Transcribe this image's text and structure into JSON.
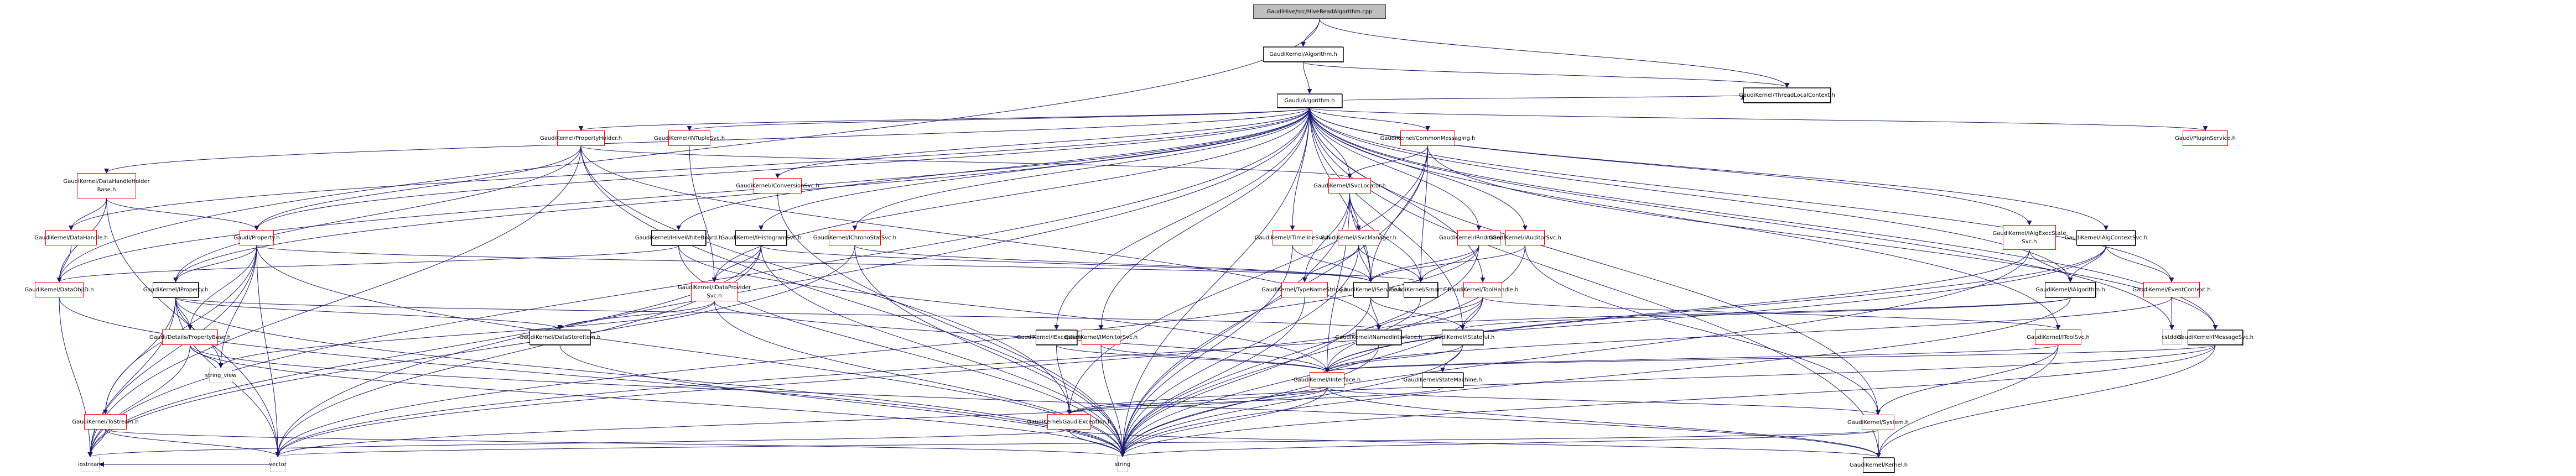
{
  "title": "GaudiHive/src/HiveReadAlgorithm.cpp include dependency graph",
  "colors": {
    "edge": "#191970",
    "root_fill": "#bfbfbf",
    "undocumented_border": "#ff0000",
    "documented_border": "#000000",
    "system_border": "#bfbfbf"
  },
  "nodes": [
    {
      "id": "root",
      "label": "GaudiHive/src/HiveReadAlgorithm.cpp",
      "kind": "root"
    },
    {
      "id": "algorithm_h",
      "label": "GaudiKernel/Algorithm.h",
      "kind": "normal"
    },
    {
      "id": "gaudi_algorithm_h",
      "label": "Gaudi/Algorithm.h",
      "kind": "normal"
    },
    {
      "id": "threadlocalcontext_h",
      "label": "GaudiKernel/ThreadLocalContext.h",
      "kind": "normal"
    },
    {
      "id": "propertyholder_h",
      "label": "GaudiKernel/PropertyHolder.h",
      "kind": "red"
    },
    {
      "id": "intuplesvc_h",
      "label": "GaudiKernel/INTupleSvc.h",
      "kind": "red"
    },
    {
      "id": "commonmessaging_h",
      "label": "GaudiKernel/CommonMessaging.h",
      "kind": "red"
    },
    {
      "id": "pluginservice_h",
      "label": "Gaudi/PluginService.h",
      "kind": "red"
    },
    {
      "id": "datahandleholderbase_h",
      "label": "GaudiKernel/DataHandleHolder\nBase.h",
      "kind": "red"
    },
    {
      "id": "iconversionsvc_h",
      "label": "GaudiKernel/IConversionSvc.h",
      "kind": "red"
    },
    {
      "id": "isvclocator_h",
      "label": "GaudiKernel/ISvcLocator.h",
      "kind": "red"
    },
    {
      "id": "datahandle_h",
      "label": "GaudiKernel/DataHandle.h",
      "kind": "red"
    },
    {
      "id": "property_h",
      "label": "Gaudi/Property.h",
      "kind": "red"
    },
    {
      "id": "ihivewhiteboard_h",
      "label": "GaudiKernel/IHiveWhiteBoard.h",
      "kind": "normal"
    },
    {
      "id": "ihistogramsvc_h",
      "label": "GaudiKernel/IHistogramSvc.h",
      "kind": "normal"
    },
    {
      "id": "ichronostatsvc_h",
      "label": "GaudiKernel/IChronoStatSvc.h",
      "kind": "red"
    },
    {
      "id": "itimelinesvc_h",
      "label": "GaudiKernel/ITimelineSvc.h",
      "kind": "red"
    },
    {
      "id": "isvcmanager_h",
      "label": "GaudiKernel/ISvcManager.h",
      "kind": "red"
    },
    {
      "id": "irndmgensvc_h",
      "label": "GaudiKernel/IRndmGenSvc.h",
      "kind": "red"
    },
    {
      "id": "iauditorsvc_h",
      "label": "GaudiKernel/IAuditorSvc.h",
      "kind": "red"
    },
    {
      "id": "ialgexecstatesvc_h",
      "label": "GaudiKernel/IAlgExecState\nSvc.h",
      "kind": "red"
    },
    {
      "id": "ialgcontextsvc_h",
      "label": "GaudiKernel/IAlgContextSvc.h",
      "kind": "normal"
    },
    {
      "id": "dataobjid_h",
      "label": "GaudiKernel/DataObjID.h",
      "kind": "red"
    },
    {
      "id": "iproperty_h",
      "label": "GaudiKernel/IProperty.h",
      "kind": "normal"
    },
    {
      "id": "idataprovidersvc_h",
      "label": "GaudiKernel/IDataProvider\nSvc.h",
      "kind": "red"
    },
    {
      "id": "typenamestring_h",
      "label": "GaudiKernel/TypeNameString.h",
      "kind": "red"
    },
    {
      "id": "iservice_h",
      "label": "GaudiKernel/IService.h",
      "kind": "normal"
    },
    {
      "id": "smartif_h",
      "label": "GaudiKernel/SmartIF.h",
      "kind": "normal"
    },
    {
      "id": "toolhandle_h",
      "label": "GaudiKernel/ToolHandle.h",
      "kind": "red"
    },
    {
      "id": "ialgorithm_h",
      "label": "GaudiKernel/IAlgorithm.h",
      "kind": "normal"
    },
    {
      "id": "eventcontext_h",
      "label": "GaudiKernel/EventContext.h",
      "kind": "red"
    },
    {
      "id": "propertybase_h",
      "label": "Gaudi/Details/PropertyBase.h",
      "kind": "red"
    },
    {
      "id": "datastoreitem_h",
      "label": "GaudiKernel/DataStoreItem.h",
      "kind": "normal"
    },
    {
      "id": "iexceptionsvc_h",
      "label": "GaudiKernel/IExceptionSvc.h",
      "kind": "normal"
    },
    {
      "id": "imonitorsvc_h",
      "label": "GaudiKernel/IMonitorSvc.h",
      "kind": "red"
    },
    {
      "id": "inamedinterface_h",
      "label": "GaudiKernel/INamedInterface.h",
      "kind": "normal"
    },
    {
      "id": "istateful_h",
      "label": "GaudiKernel/IStateful.h",
      "kind": "normal"
    },
    {
      "id": "itoolsvc_h",
      "label": "GaudiKernel/IToolSvc.h",
      "kind": "red"
    },
    {
      "id": "cstddef",
      "label": "cstddef",
      "kind": "sys"
    },
    {
      "id": "imessagesvc_h",
      "label": "GaudiKernel/IMessageSvc.h",
      "kind": "normal"
    },
    {
      "id": "string_view",
      "label": "string_view",
      "kind": "sys"
    },
    {
      "id": "iinterface_h",
      "label": "GaudiKernel/IInterface.h",
      "kind": "red"
    },
    {
      "id": "statemachine_h",
      "label": "GaudiKernel/StateMachine.h",
      "kind": "normal"
    },
    {
      "id": "tostream_h",
      "label": "GaudiKernel/ToStream.h",
      "kind": "red"
    },
    {
      "id": "gaudiexception_h",
      "label": "GaudiKernel/GaudiException.h",
      "kind": "red"
    },
    {
      "id": "system_h",
      "label": "GaudiKernel/System.h",
      "kind": "red"
    },
    {
      "id": "iostream",
      "label": "iostream",
      "kind": "sys"
    },
    {
      "id": "vector",
      "label": "vector",
      "kind": "sys"
    },
    {
      "id": "string",
      "label": "string",
      "kind": "sys"
    },
    {
      "id": "kernel_h",
      "label": "GaudiKernel/Kernel.h",
      "kind": "normal"
    }
  ],
  "edges": [
    [
      "root",
      "algorithm_h"
    ],
    [
      "root",
      "threadlocalcontext_h"
    ],
    [
      "root",
      "dataobjid_h"
    ],
    [
      "algorithm_h",
      "gaudi_algorithm_h"
    ],
    [
      "algorithm_h",
      "threadlocalcontext_h"
    ],
    [
      "gaudi_algorithm_h",
      "threadlocalcontext_h"
    ],
    [
      "gaudi_algorithm_h",
      "propertyholder_h"
    ],
    [
      "gaudi_algorithm_h",
      "intuplesvc_h"
    ],
    [
      "gaudi_algorithm_h",
      "commonmessaging_h"
    ],
    [
      "gaudi_algorithm_h",
      "pluginservice_h"
    ],
    [
      "gaudi_algorithm_h",
      "datahandleholderbase_h"
    ],
    [
      "gaudi_algorithm_h",
      "iconversionsvc_h"
    ],
    [
      "gaudi_algorithm_h",
      "isvclocator_h"
    ],
    [
      "gaudi_algorithm_h",
      "datahandle_h"
    ],
    [
      "gaudi_algorithm_h",
      "property_h"
    ],
    [
      "gaudi_algorithm_h",
      "ihivewhiteboard_h"
    ],
    [
      "gaudi_algorithm_h",
      "ihistogramsvc_h"
    ],
    [
      "gaudi_algorithm_h",
      "ichronostatsvc_h"
    ],
    [
      "gaudi_algorithm_h",
      "itimelinesvc_h"
    ],
    [
      "gaudi_algorithm_h",
      "irndmgensvc_h"
    ],
    [
      "gaudi_algorithm_h",
      "iauditorsvc_h"
    ],
    [
      "gaudi_algorithm_h",
      "ialgexecstatesvc_h"
    ],
    [
      "gaudi_algorithm_h",
      "ialgcontextsvc_h"
    ],
    [
      "gaudi_algorithm_h",
      "dataobjid_h"
    ],
    [
      "gaudi_algorithm_h",
      "iproperty_h"
    ],
    [
      "gaudi_algorithm_h",
      "idataprovidersvc_h"
    ],
    [
      "gaudi_algorithm_h",
      "iservice_h"
    ],
    [
      "gaudi_algorithm_h",
      "toolhandle_h"
    ],
    [
      "gaudi_algorithm_h",
      "ialgorithm_h"
    ],
    [
      "gaudi_algorithm_h",
      "eventcontext_h"
    ],
    [
      "gaudi_algorithm_h",
      "iexceptionsvc_h"
    ],
    [
      "gaudi_algorithm_h",
      "imonitorsvc_h"
    ],
    [
      "gaudi_algorithm_h",
      "istateful_h"
    ],
    [
      "gaudi_algorithm_h",
      "itoolsvc_h"
    ],
    [
      "gaudi_algorithm_h",
      "imessagesvc_h"
    ],
    [
      "gaudi_algorithm_h",
      "system_h"
    ],
    [
      "gaudi_algorithm_h",
      "string"
    ],
    [
      "gaudi_algorithm_h",
      "vector"
    ],
    [
      "gaudi_algorithm_h",
      "iostream"
    ],
    [
      "gaudi_algorithm_h",
      "kernel_h"
    ],
    [
      "gaudi_algorithm_h",
      "cstddef"
    ],
    [
      "propertyholder_h",
      "property_h"
    ],
    [
      "propertyholder_h",
      "iproperty_h"
    ],
    [
      "propertyholder_h",
      "isvclocator_h"
    ],
    [
      "propertyholder_h",
      "inamedinterface_h"
    ],
    [
      "propertyholder_h",
      "string"
    ],
    [
      "propertyholder_h",
      "iostream"
    ],
    [
      "propertyholder_h",
      "gaudiexception_h"
    ],
    [
      "intuplesvc_h",
      "idataprovidersvc_h"
    ],
    [
      "commonmessaging_h",
      "isvclocator_h"
    ],
    [
      "commonmessaging_h",
      "iservice_h"
    ],
    [
      "commonmessaging_h",
      "smartif_h"
    ],
    [
      "commonmessaging_h",
      "imessagesvc_h"
    ],
    [
      "commonmessaging_h",
      "string"
    ],
    [
      "commonmessaging_h",
      "gaudiexception_h"
    ],
    [
      "datahandleholderbase_h",
      "datahandle_h"
    ],
    [
      "datahandleholderbase_h",
      "property_h"
    ],
    [
      "datahandleholderbase_h",
      "dataobjid_h"
    ],
    [
      "datahandleholderbase_h",
      "vector"
    ],
    [
      "iconversionsvc_h",
      "string"
    ],
    [
      "isvclocator_h",
      "iservice_h"
    ],
    [
      "isvclocator_h",
      "smartif_h"
    ],
    [
      "isvclocator_h",
      "isvcmanager_h"
    ],
    [
      "isvclocator_h",
      "typenamestring_h"
    ],
    [
      "isvclocator_h",
      "iinterface_h"
    ],
    [
      "isvclocator_h",
      "string"
    ],
    [
      "datahandle_h",
      "dataobjid_h"
    ],
    [
      "property_h",
      "iproperty_h"
    ],
    [
      "property_h",
      "propertybase_h"
    ],
    [
      "property_h",
      "tostream_h"
    ],
    [
      "property_h",
      "smartif_h"
    ],
    [
      "property_h",
      "string_view"
    ],
    [
      "property_h",
      "string"
    ],
    [
      "property_h",
      "vector"
    ],
    [
      "property_h",
      "iostream"
    ],
    [
      "ihivewhiteboard_h",
      "iinterface_h"
    ],
    [
      "ihivewhiteboard_h",
      "dataobjid_h"
    ],
    [
      "ihivewhiteboard_h",
      "string"
    ],
    [
      "ihistogramsvc_h",
      "idataprovidersvc_h"
    ],
    [
      "ihistogramsvc_h",
      "iservice_h"
    ],
    [
      "ihistogramsvc_h",
      "string"
    ],
    [
      "ihistogramsvc_h",
      "iostream"
    ],
    [
      "ihistogramsvc_h",
      "vector"
    ],
    [
      "ichronostatsvc_h",
      "iservice_h"
    ],
    [
      "ichronostatsvc_h",
      "string"
    ],
    [
      "ichronostatsvc_h",
      "iostream"
    ],
    [
      "itimelinesvc_h",
      "string"
    ],
    [
      "itimelinesvc_h",
      "iservice_h"
    ],
    [
      "isvcmanager_h",
      "iservice_h"
    ],
    [
      "isvcmanager_h",
      "typenamestring_h"
    ],
    [
      "isvcmanager_h",
      "smartif_h"
    ],
    [
      "isvcmanager_h",
      "string"
    ],
    [
      "irndmgensvc_h",
      "iservice_h"
    ],
    [
      "irndmgensvc_h",
      "smartif_h"
    ],
    [
      "irndmgensvc_h",
      "vector"
    ],
    [
      "irndmgensvc_h",
      "string"
    ],
    [
      "iauditorsvc_h",
      "iservice_h"
    ],
    [
      "iauditorsvc_h",
      "system_h"
    ],
    [
      "iauditorsvc_h",
      "string"
    ],
    [
      "ialgexecstatesvc_h",
      "ialgorithm_h"
    ],
    [
      "ialgexecstatesvc_h",
      "iinterface_h"
    ],
    [
      "ialgexecstatesvc_h",
      "string"
    ],
    [
      "ialgcontextsvc_h",
      "ialgorithm_h"
    ],
    [
      "ialgcontextsvc_h",
      "eventcontext_h"
    ],
    [
      "ialgcontextsvc_h",
      "iinterface_h"
    ],
    [
      "ialgcontextsvc_h",
      "vector"
    ],
    [
      "dataobjid_h",
      "iostream"
    ],
    [
      "dataobjid_h",
      "string"
    ],
    [
      "iproperty_h",
      "propertybase_h"
    ],
    [
      "iproperty_h",
      "inamedinterface_h"
    ],
    [
      "iproperty_h",
      "string_view"
    ],
    [
      "iproperty_h",
      "string"
    ],
    [
      "iproperty_h",
      "vector"
    ],
    [
      "iproperty_h",
      "iostream"
    ],
    [
      "iproperty_h",
      "tostream_h"
    ],
    [
      "iproperty_h",
      "datastoreitem_h"
    ],
    [
      "idataprovidersvc_h",
      "iinterface_h"
    ],
    [
      "idataprovidersvc_h",
      "datastoreitem_h"
    ],
    [
      "idataprovidersvc_h",
      "string"
    ],
    [
      "idataprovidersvc_h",
      "string_view"
    ],
    [
      "typenamestring_h",
      "string"
    ],
    [
      "iservice_h",
      "inamedinterface_h"
    ],
    [
      "iservice_h",
      "istateful_h"
    ],
    [
      "iservice_h",
      "string"
    ],
    [
      "smartif_h",
      "iinterface_h"
    ],
    [
      "toolhandle_h",
      "inamedinterface_h"
    ],
    [
      "toolhandle_h",
      "itoolsvc_h"
    ],
    [
      "toolhandle_h",
      "istateful_h"
    ],
    [
      "toolhandle_h",
      "string"
    ],
    [
      "toolhandle_h",
      "vector"
    ],
    [
      "ialgorithm_h",
      "inamedinterface_h"
    ],
    [
      "ialgorithm_h",
      "istateful_h"
    ],
    [
      "ialgorithm_h",
      "string"
    ],
    [
      "eventcontext_h",
      "cstddef"
    ],
    [
      "eventcontext_h",
      "iinterface_h"
    ],
    [
      "propertybase_h",
      "string_view"
    ],
    [
      "propertybase_h",
      "string"
    ],
    [
      "propertybase_h",
      "iostream"
    ],
    [
      "propertybase_h",
      "kernel_h"
    ],
    [
      "datastoreitem_h",
      "string"
    ],
    [
      "iexceptionsvc_h",
      "gaudiexception_h"
    ],
    [
      "iexceptionsvc_h",
      "iinterface_h"
    ],
    [
      "imonitorsvc_h",
      "iinterface_h"
    ],
    [
      "imonitorsvc_h",
      "string"
    ],
    [
      "inamedinterface_h",
      "iinterface_h"
    ],
    [
      "inamedinterface_h",
      "string"
    ],
    [
      "istateful_h",
      "iinterface_h"
    ],
    [
      "istateful_h",
      "statemachine_h"
    ],
    [
      "istateful_h",
      "string"
    ],
    [
      "itoolsvc_h",
      "system_h"
    ],
    [
      "itoolsvc_h",
      "kernel_h"
    ],
    [
      "itoolsvc_h",
      "iinterface_h"
    ],
    [
      "imessagesvc_h",
      "iinterface_h"
    ],
    [
      "imessagesvc_h",
      "string"
    ],
    [
      "imessagesvc_h",
      "gaudiexception_h"
    ],
    [
      "imessagesvc_h",
      "kernel_h"
    ],
    [
      "iinterface_h",
      "system_h"
    ],
    [
      "iinterface_h",
      "gaudiexception_h"
    ],
    [
      "iinterface_h",
      "kernel_h"
    ],
    [
      "iinterface_h",
      "string"
    ],
    [
      "iinterface_h",
      "vector"
    ],
    [
      "statemachine_h",
      "gaudiexception_h"
    ],
    [
      "tostream_h",
      "iostream"
    ],
    [
      "tostream_h",
      "string"
    ],
    [
      "tostream_h",
      "vector"
    ],
    [
      "gaudiexception_h",
      "string"
    ],
    [
      "gaudiexception_h",
      "iostream"
    ],
    [
      "gaudiexception_h",
      "kernel_h"
    ],
    [
      "system_h",
      "kernel_h"
    ],
    [
      "system_h",
      "string"
    ],
    [
      "system_h",
      "vector"
    ],
    [
      "vector",
      "iostream"
    ]
  ]
}
